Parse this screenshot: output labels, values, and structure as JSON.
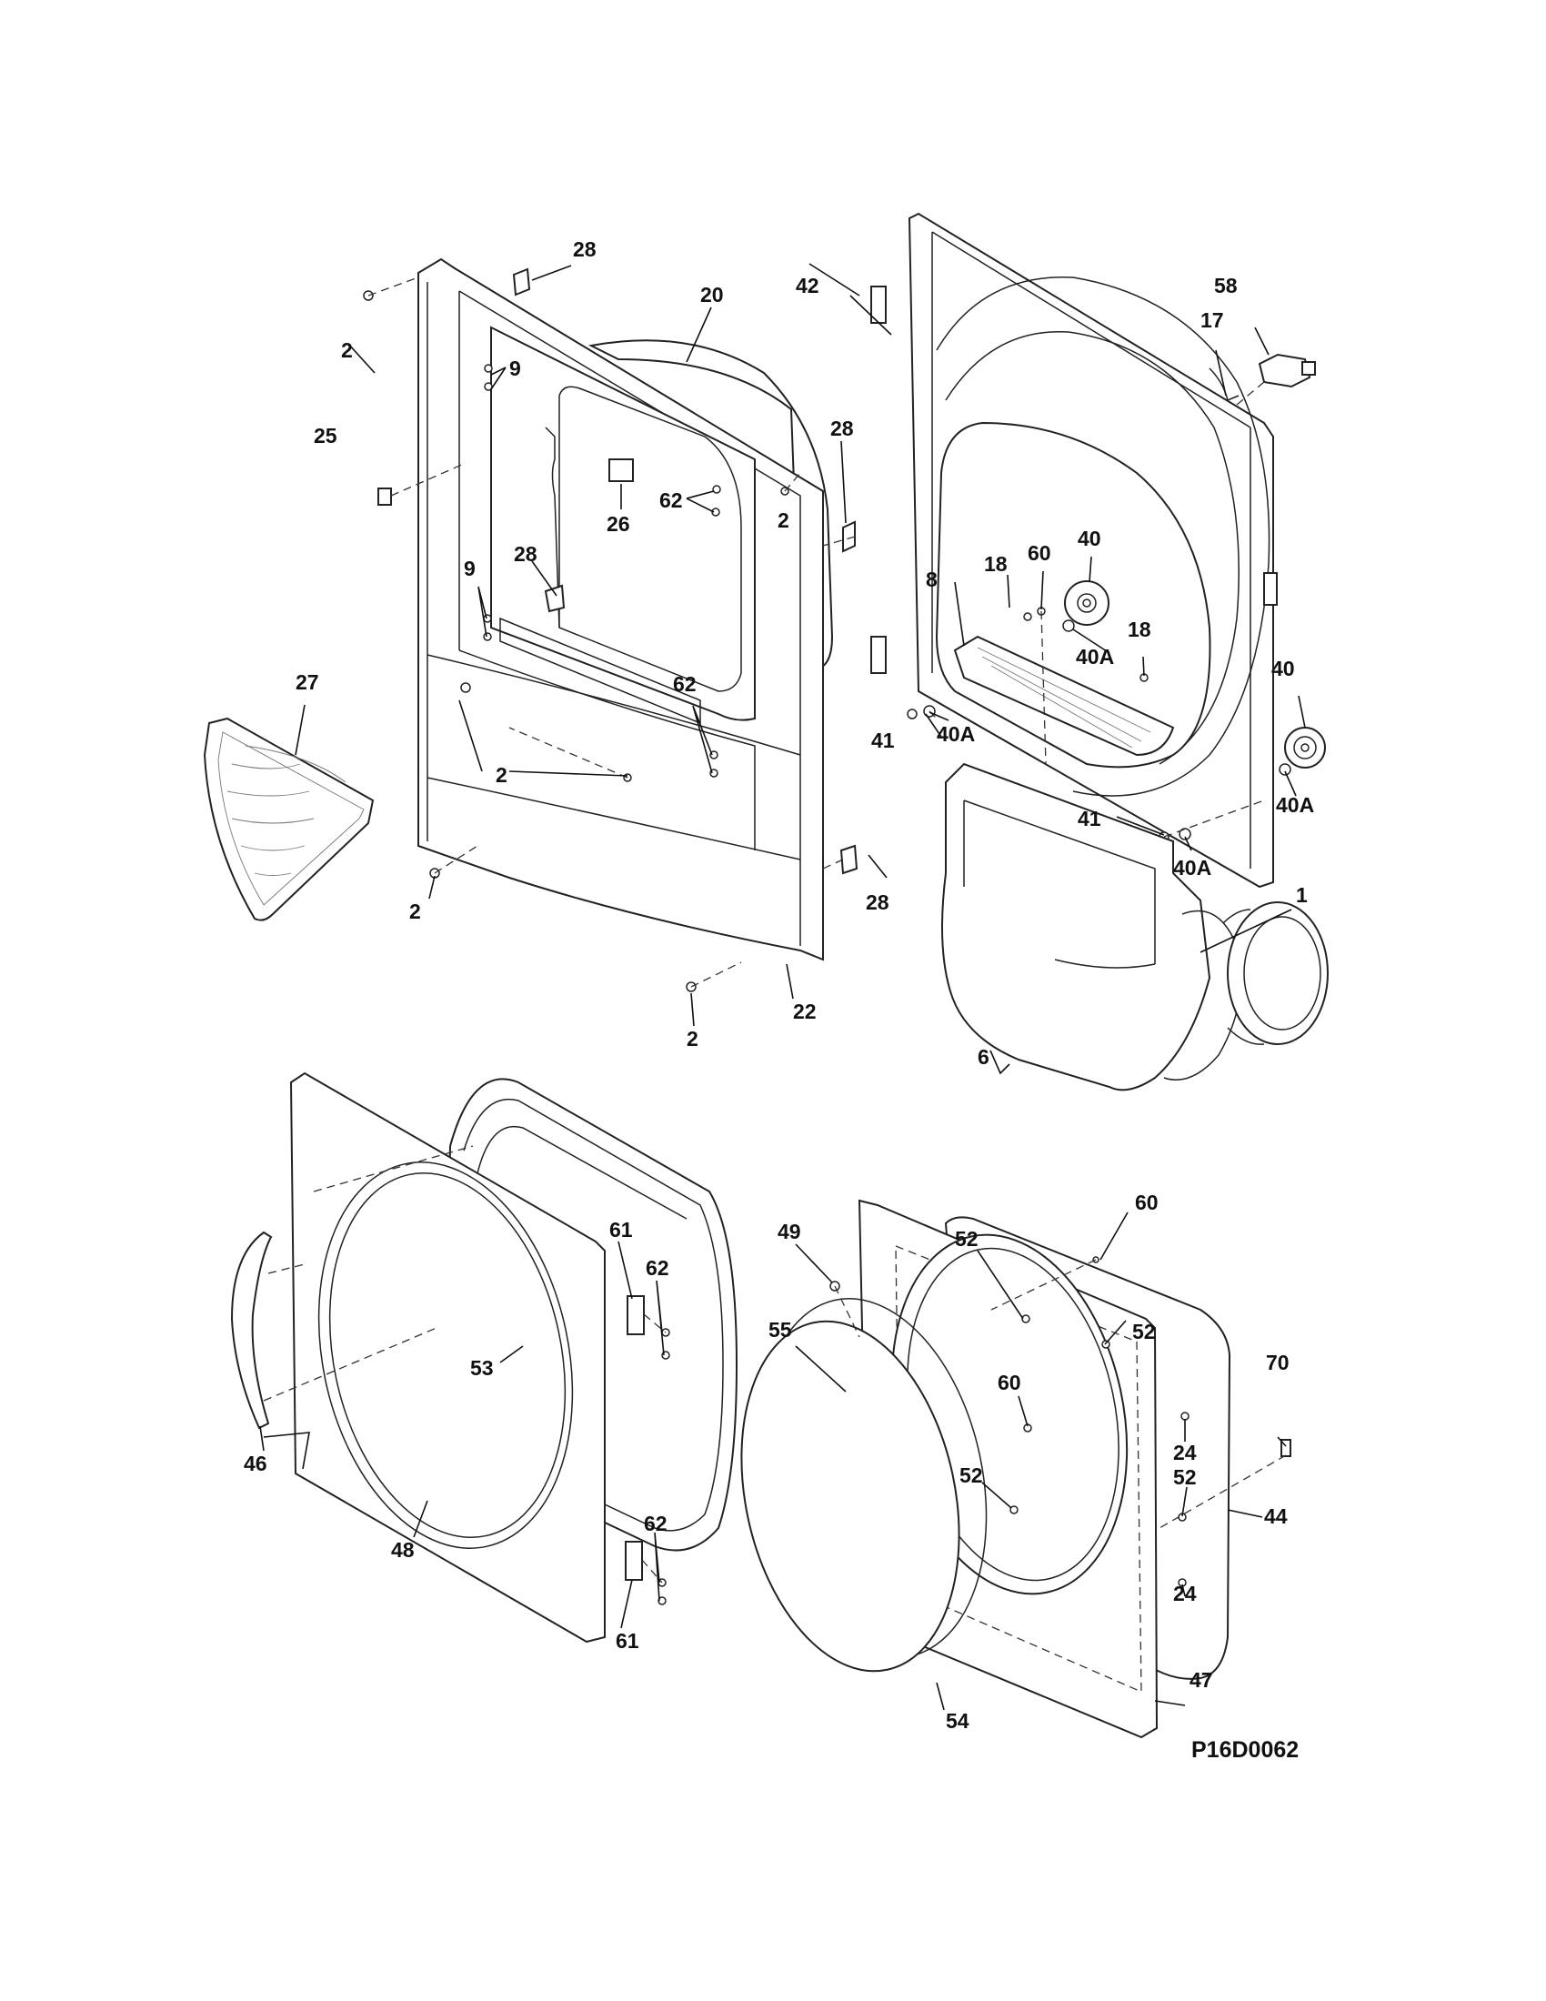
{
  "diagram": {
    "drawing_code": "P16D0062",
    "callouts": {
      "c1": "1",
      "c2a": "2",
      "c2b": "2",
      "c2c": "2",
      "c2d": "2",
      "c2e": "2",
      "c6": "6",
      "c8": "8",
      "c9a": "9",
      "c9b": "9",
      "c17": "17",
      "c18a": "18",
      "c18b": "18",
      "c20": "20",
      "c22": "22",
      "c24a": "24",
      "c24b": "24",
      "c25": "25",
      "c26": "26",
      "c27": "27",
      "c28a": "28",
      "c28b": "28",
      "c28c": "28",
      "c28d": "28",
      "c40a": "40",
      "c40b": "40",
      "c40Aa": "40A",
      "c40Ab": "40A",
      "c40Ac": "40A",
      "c40Ad": "40A",
      "c41a": "41",
      "c41b": "41",
      "c42": "42",
      "c44": "44",
      "c46": "46",
      "c47": "47",
      "c48": "48",
      "c49": "49",
      "c52a": "52",
      "c52b": "52",
      "c52c": "52",
      "c52d": "52",
      "c53": "53",
      "c54": "54",
      "c55": "55",
      "c58": "58",
      "c60a": "60",
      "c60b": "60",
      "c60c": "60",
      "c61a": "61",
      "c61b": "61",
      "c62a": "62",
      "c62b": "62",
      "c62c": "62",
      "c62d": "62",
      "c70": "70"
    }
  }
}
